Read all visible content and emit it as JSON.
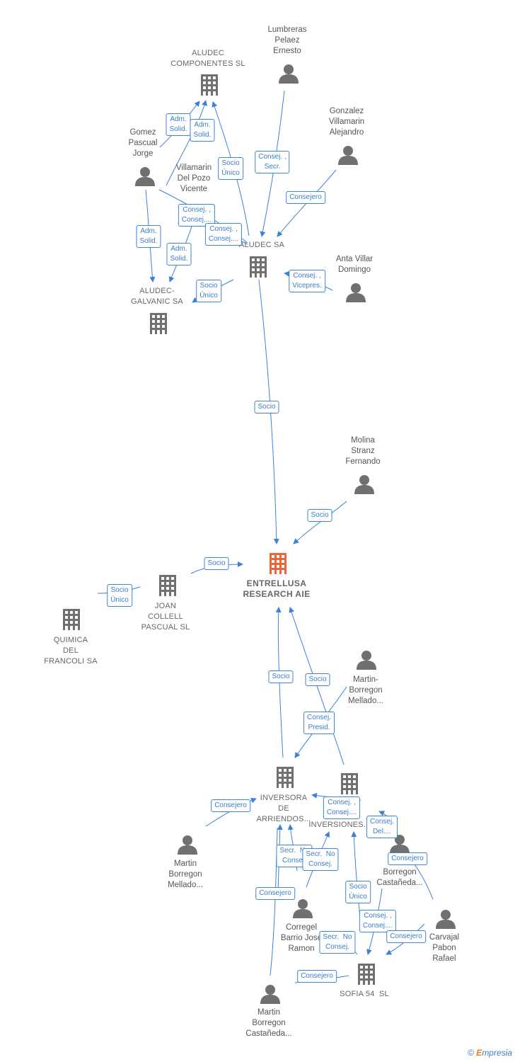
{
  "colors": {
    "edge": "#3b82d6",
    "person": "#707070",
    "company": "#707070",
    "main_company": "#e8663a"
  },
  "nodes": [
    {
      "id": "aludec_comp",
      "type": "company",
      "label": "ALUDEC\nCOMPONENTES SL"
    },
    {
      "id": "lumbreras",
      "type": "person",
      "label": "Lumbreras\nPelaez\nErnesto"
    },
    {
      "id": "gonzalez",
      "type": "person",
      "label": "Gonzalez\nVillamarin\nAlejandro"
    },
    {
      "id": "gomez",
      "type": "person",
      "label": "Gomez\nPascual\nJorge"
    },
    {
      "id": "villamarin",
      "type": "person",
      "label": "Villamarin\nDel Pozo\nVicente"
    },
    {
      "id": "aludec_sa",
      "type": "company",
      "label": "ALUDEC SA"
    },
    {
      "id": "anta",
      "type": "person",
      "label": "Anta Villar\nDomingo"
    },
    {
      "id": "aludec_galv",
      "type": "company",
      "label": "ALUDEC-\nGALVANIC SA"
    },
    {
      "id": "molina",
      "type": "person",
      "label": "Molina\nStranz\nFernando"
    },
    {
      "id": "entrellusa",
      "type": "main",
      "label": "ENTRELLUSA\nRESEARCH AIE"
    },
    {
      "id": "joan",
      "type": "company",
      "label": "JOAN\nCOLLELL\nPASCUAL SL"
    },
    {
      "id": "quimica",
      "type": "company",
      "label": "QUIMICA\nDEL\nFRANCOLI SA"
    },
    {
      "id": "martin_bm_top",
      "type": "person",
      "label": "Martin-\nBorregon\nMellado..."
    },
    {
      "id": "inversora",
      "type": "company",
      "label": "INVERSORA\nDE\nARRIENDOS..."
    },
    {
      "id": "inversiones",
      "type": "company",
      "label": "INVERSIONES..."
    },
    {
      "id": "martin_bm_left",
      "type": "person",
      "label": "Martin\nBorregon\nMellado..."
    },
    {
      "id": "borregon_c",
      "type": "person",
      "label": "Borregon\nCastañeda..."
    },
    {
      "id": "corregel",
      "type": "person",
      "label": "Corregel\nBarrio Jose\nRamon"
    },
    {
      "id": "carvajal",
      "type": "person",
      "label": "Carvajal\nPabon\nRafael"
    },
    {
      "id": "sofia",
      "type": "company",
      "label": "SOFIA 54  SL"
    },
    {
      "id": "martin_bc_bottom",
      "type": "person",
      "label": "Martin\nBorregon\nCastañeda..."
    }
  ],
  "edge_labels": [
    "Adm.\nSolid.",
    "Adm.\nSolid.",
    "Socio\nÚnico",
    "Consej. ,\nSecr.",
    "Consejero",
    "Consej. ,\nConsej....",
    "Consej. ,\nConsej....",
    "Adm.\nSolid.",
    "Adm.\nSolid.",
    "Socio\nÚnico",
    "Consej. ,\nVicepres.",
    "Socio",
    "Socio",
    "Socio",
    "Socio\nÚnico",
    "Socio",
    "Socio",
    "Consej.\nPresid.",
    "Consejero",
    "Consej. ,\nConsej....",
    "Consej.\nDel....",
    "Consejero",
    "Secr.  No\nConsej.",
    "Secr.  No\nConsej.",
    "Consejero",
    "Socio\nÚnico",
    "Consej. ,\nConsej....",
    "Consejero",
    "Secr.  No\nConsej.",
    "Consejero"
  ],
  "footer": {
    "copyright": "©",
    "brand_first": "E",
    "brand_rest": "mpresia"
  }
}
